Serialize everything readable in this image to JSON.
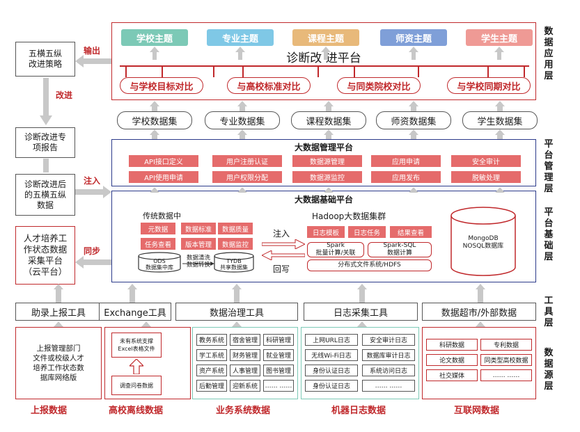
{
  "layers": {
    "app": "数据应用层",
    "platform_mgmt": "平台管理层",
    "platform_base": "平台基础层",
    "tools": "工具层",
    "sources": "数据源层"
  },
  "left": {
    "strategy": "五横五纵\n改进策略",
    "output_label": "输出",
    "improve_label": "改进",
    "report": "诊断改进专\n项报告",
    "data_after": "诊断改进后\n的五横五纵\n数据",
    "inject_label": "注入",
    "talent": "人才培养工\n作状态数据\n采集平台\n（云平台）",
    "sync_label": "同步"
  },
  "app": {
    "themes": [
      "学校主题",
      "专业主题",
      "课程主题",
      "师资主题",
      "学生主题"
    ],
    "platform_title": "诊断改 进平台",
    "compares": [
      "与学校目标对比",
      "与高校标准对比",
      "与同类院校对比",
      "与学校同期对比"
    ]
  },
  "datasets": [
    "学校数据集",
    "专业数据集",
    "课程数据集",
    "师资数据集",
    "学生数据集"
  ],
  "mgmt": {
    "title": "大数据管理平台",
    "row1": [
      "API接口定义",
      "用户注册认证",
      "数据源管理",
      "应用申请",
      "安全审计"
    ],
    "row2": [
      "API使用申请",
      "用户权限分配",
      "数据源监控",
      "应用发布",
      "脱敏处理"
    ]
  },
  "base": {
    "title": "大数据基础平台",
    "traditional_title": "传统数据中",
    "trad_row1": [
      "元数据",
      "数据标准",
      "数据质量"
    ],
    "trad_row2": [
      "任务查看",
      "版本管理",
      "数据监控"
    ],
    "ods": "ODS\n数据集中库",
    "clean": "数据清洗\n数据转换",
    "tyds": "TYDB\n共享数据集",
    "inject": "注入",
    "writeback": "回写",
    "hadoop_title": "Hadoop大数据集群",
    "hadoop_row": [
      "日志模板",
      "日志任务",
      "结果查看"
    ],
    "spark": "Spark\n批量计算/关联",
    "sparksql": "Spark-SQL\n数据计算",
    "hdfs": "分布式文件系统/HDFS",
    "mongo": "MongoDB\nNOSQL数据库"
  },
  "tools": [
    "助录上报工具",
    "Exchange工具",
    "数据治理工具",
    "日志采集工具",
    "数据超市/外部数据"
  ],
  "sources": {
    "report_box": "上报管理部门\n文件或校级人才\n培养工作状态数\n据库网络版",
    "report_label": "上报数据",
    "offline_top": "未有系统支撑\nExcel表格文件",
    "offline_bottom": "调查问卷数据",
    "offline_label": "高校离线数据",
    "business": [
      [
        "教务系统",
        "宿舍管理",
        "科研管理"
      ],
      [
        "学工系统",
        "财务管理",
        "就业管理"
      ],
      [
        "资产系统",
        "人事管理",
        "图书管理"
      ],
      [
        "后勤管理",
        "迎新系统",
        "……  ……"
      ]
    ],
    "business_label": "业务系统数据",
    "logs": [
      [
        "上网URL日志",
        "安全审计日志"
      ],
      [
        "无线Wi-Fi日志",
        "数据库审计日志"
      ],
      [
        "身份认证日志",
        "系统访问日志"
      ],
      [
        "身份认证日志",
        "……  ……"
      ]
    ],
    "logs_label": "机器日志数据",
    "internet": [
      [
        "科研数据",
        "专利数据"
      ],
      [
        "论文数据",
        "同类型高校数据"
      ],
      [
        "社交媒体",
        "……  ……"
      ]
    ],
    "internet_label": "互联网数据"
  },
  "colors": {
    "theme": [
      "#7cc9b6",
      "#7fc8e6",
      "#e8b97a",
      "#7f9fd8",
      "#ef9a95"
    ],
    "red": "#c0282b",
    "blue": "#2b3a8a",
    "cell": "#e56b6b"
  }
}
